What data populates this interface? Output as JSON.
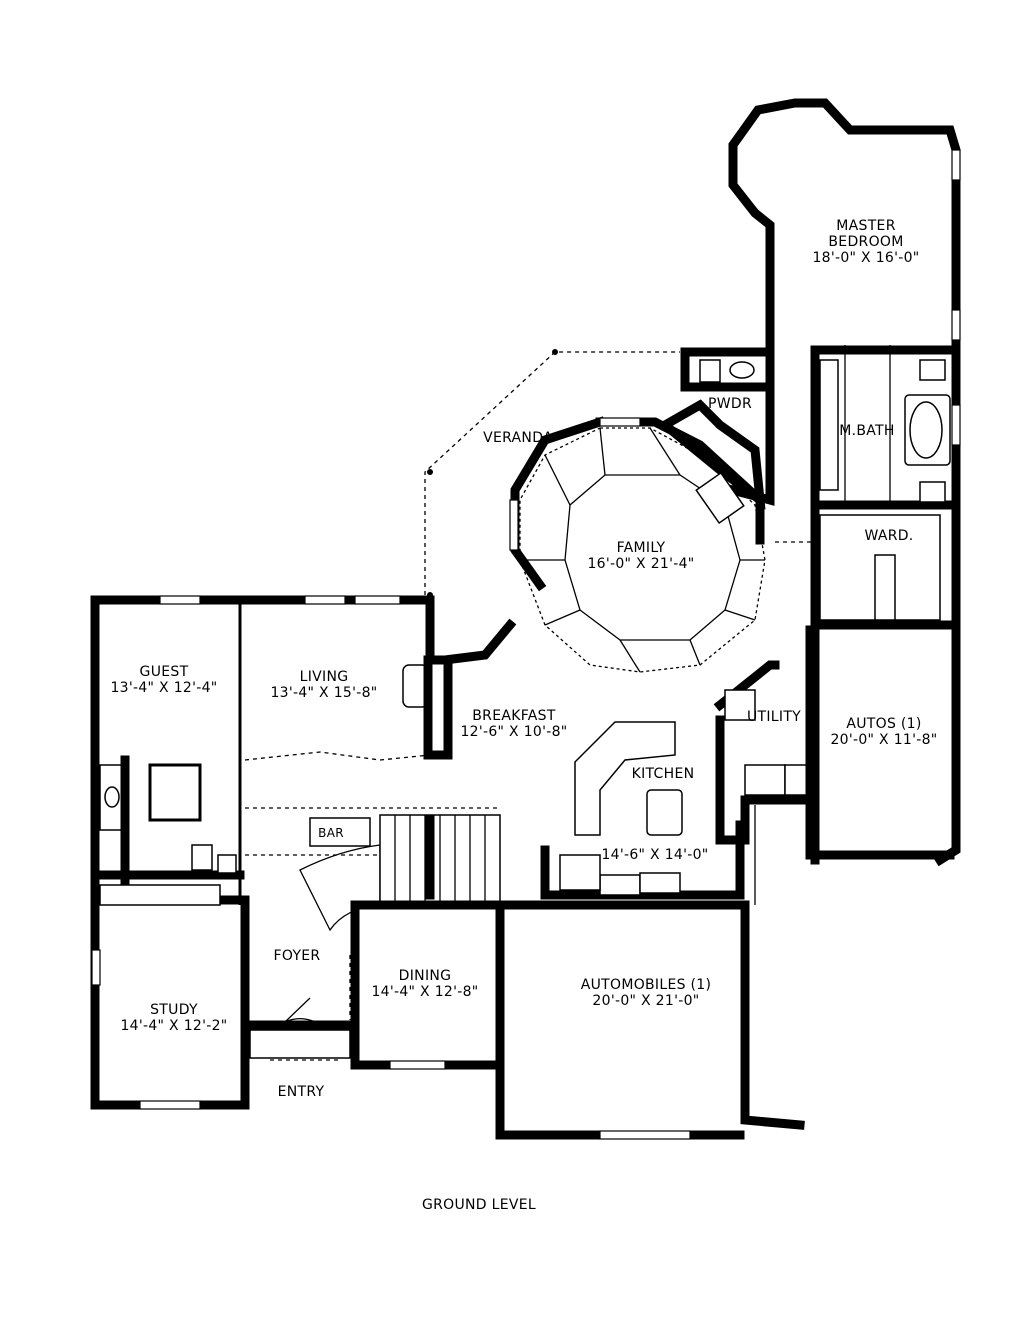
{
  "rooms": {
    "master_bedroom": {
      "name": "MASTER\nBEDROOM",
      "dims": "18'-0\" X 16'-0\""
    },
    "pwdr": {
      "name": "PWDR"
    },
    "veranda": {
      "name": "VERANDA"
    },
    "m_bath": {
      "name": "M.BATH"
    },
    "family": {
      "name": "FAMILY",
      "dims": "16'-0\" X 21'-4\""
    },
    "ward": {
      "name": "WARD."
    },
    "guest": {
      "name": "GUEST",
      "dims": "13'-4\" X 12'-4\""
    },
    "living": {
      "name": "LIVING",
      "dims": "13'-4\" X 15'-8\""
    },
    "breakfast": {
      "name": "BREAKFAST",
      "dims": "12'-6\" X 10'-8\""
    },
    "utility": {
      "name": "UTILITY"
    },
    "autos": {
      "name": "AUTOS (1)",
      "dims": "20'-0\" X 11'-8\""
    },
    "kitchen": {
      "name": "KITCHEN",
      "dims": "14'-6\" X 14'-0\""
    },
    "bar": {
      "name": "BAR"
    },
    "foyer": {
      "name": "FOYER"
    },
    "dining": {
      "name": "DINING",
      "dims": "14'-4\" X 12'-8\""
    },
    "automobiles": {
      "name": "AUTOMOBILES (1)",
      "dims": "20'-0\" X 21'-0\""
    },
    "study": {
      "name": "STUDY",
      "dims": "14'-4\" X 12'-2\""
    },
    "entry": {
      "name": "ENTRY"
    }
  },
  "caption": "GROUND LEVEL"
}
